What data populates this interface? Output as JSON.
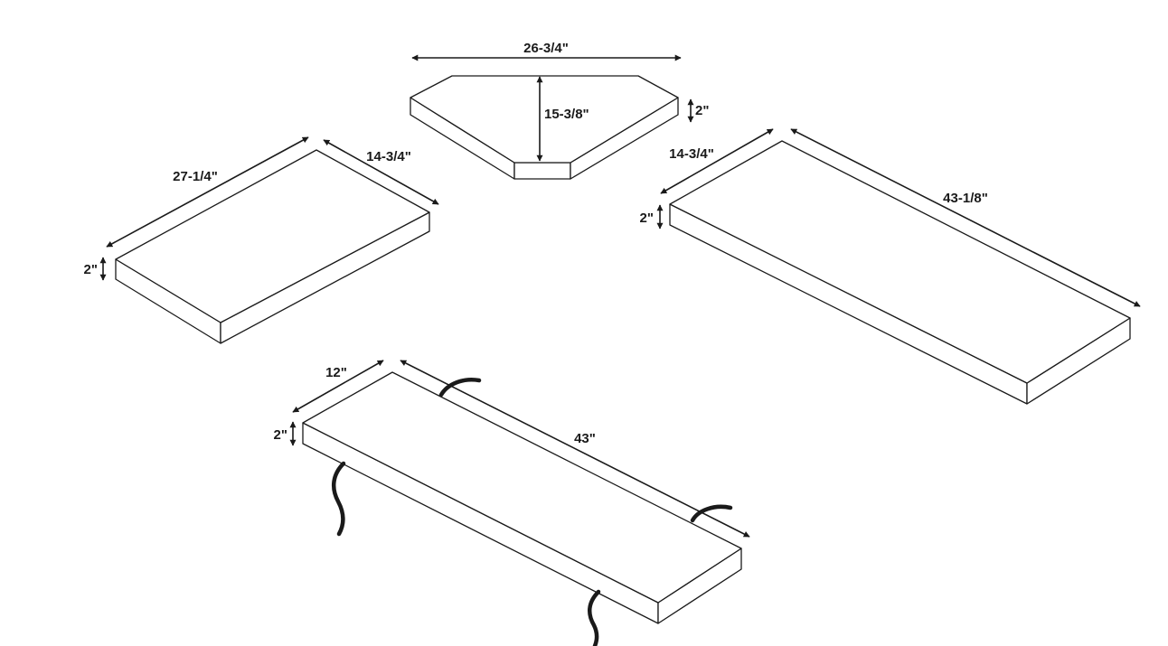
{
  "pieces": {
    "corner": {
      "width": "26-3/4\"",
      "depth": "15-3/8\"",
      "thickness": "2\""
    },
    "left": {
      "length": "27-1/4\"",
      "width": "14-3/4\"",
      "thickness": "2\""
    },
    "right": {
      "width": "14-3/4\"",
      "length": "43-1/8\"",
      "thickness": "2\""
    },
    "bench": {
      "width": "12\"",
      "length": "43\"",
      "thickness": "2\""
    }
  }
}
